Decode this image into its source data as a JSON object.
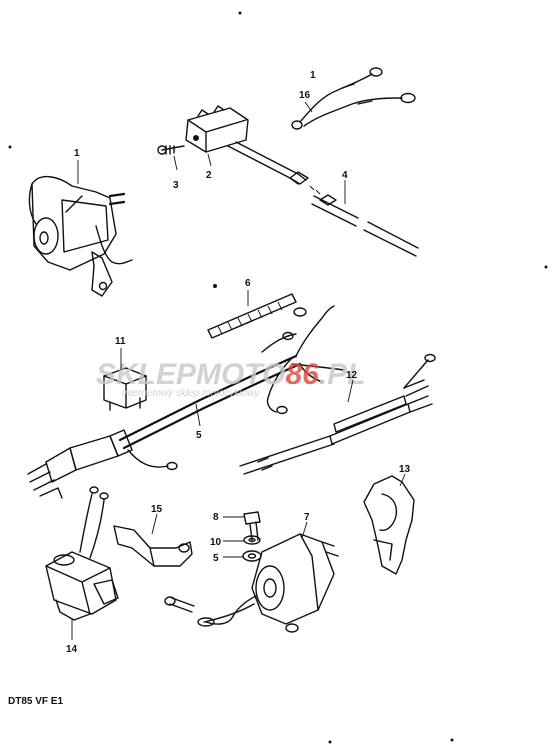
{
  "diagram": {
    "code": "DT85 VF E1",
    "watermark": {
      "brand_a": "SKLEP",
      "brand_b": "MOTO",
      "brand_c": "86",
      "brand_d": ".PL",
      "tagline": "internetowy sklep motocyklowy",
      "color_gray": "#c8c8c8",
      "color_red": "#e0463c"
    },
    "callouts": {
      "c1_top": "1",
      "c16": "16",
      "c1": "1",
      "c2": "2",
      "c3": "3",
      "c4": "4",
      "c6": "6",
      "c11": "11",
      "c12": "12",
      "c5_harness": "5",
      "c13": "13",
      "c15": "15",
      "c8": "8",
      "c10": "10",
      "c5_washer": "5",
      "c7": "7",
      "c14": "14"
    }
  }
}
